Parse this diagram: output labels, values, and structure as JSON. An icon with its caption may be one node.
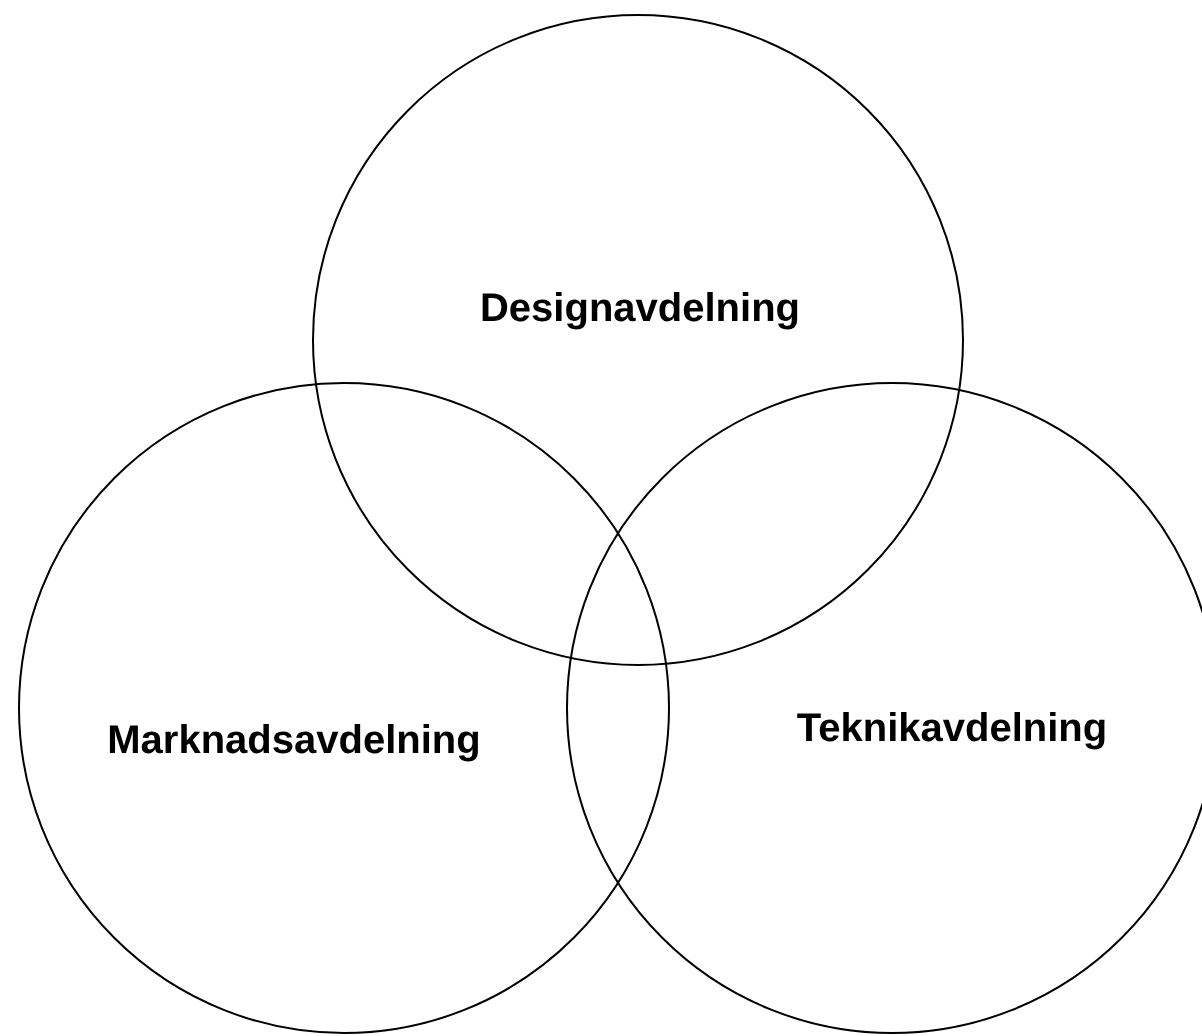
{
  "diagram": {
    "nodes": [
      {
        "text": [
          "Designavdelning"
        ]
      },
      {
        "text": [
          "Marknadsavdelning"
        ]
      },
      {
        "text": [
          "Teknikavdelning"
        ]
      }
    ]
  }
}
